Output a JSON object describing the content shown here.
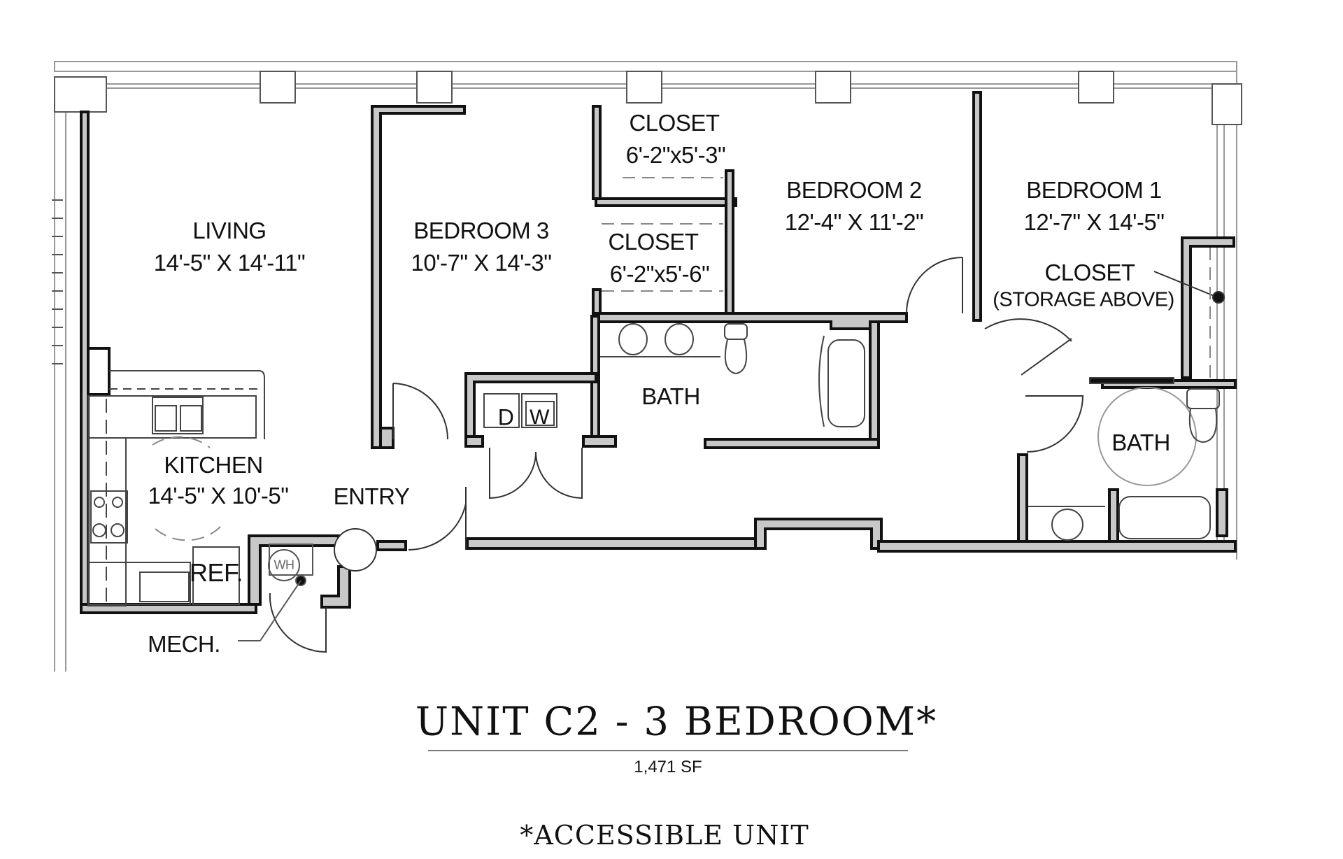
{
  "plan": {
    "title": "UNIT C2 - 3 BEDROOM*",
    "area": "1,471 SF",
    "footnote": "*ACCESSIBLE UNIT",
    "colors": {
      "wall_fill": "#c8c8c8",
      "wall_line": "#111111",
      "fixture_line": "#444444",
      "window_line": "#999999"
    }
  },
  "rooms": {
    "living": {
      "name": "LIVING",
      "dims": "14'-5\" X 14'-11\""
    },
    "bedroom3": {
      "name": "BEDROOM 3",
      "dims": "10'-7\" X 14'-3\""
    },
    "closet_a": {
      "name": "CLOSET",
      "dims": "6'-2\"x5'-3\""
    },
    "closet_b": {
      "name": "CLOSET",
      "dims": "6'-2\"x5'-6\""
    },
    "bedroom2": {
      "name": "BEDROOM 2",
      "dims": "12'-4\" X 11'-2\""
    },
    "bedroom1": {
      "name": "BEDROOM 1",
      "dims": "12'-7\" X 14'-5\""
    },
    "closet_storage": {
      "name": "CLOSET",
      "note": "(STORAGE ABOVE)"
    },
    "bath_hall": {
      "name": "BATH"
    },
    "bath_master": {
      "name": "BATH"
    },
    "kitchen": {
      "name": "KITCHEN",
      "dims": "14'-5\" X 10'-5\""
    },
    "entry": {
      "name": "ENTRY"
    },
    "mech": {
      "name": "MECH."
    }
  },
  "fixtures": {
    "ref": "REF.",
    "water_heater": "WH",
    "dryer": "D",
    "washer": "W"
  }
}
